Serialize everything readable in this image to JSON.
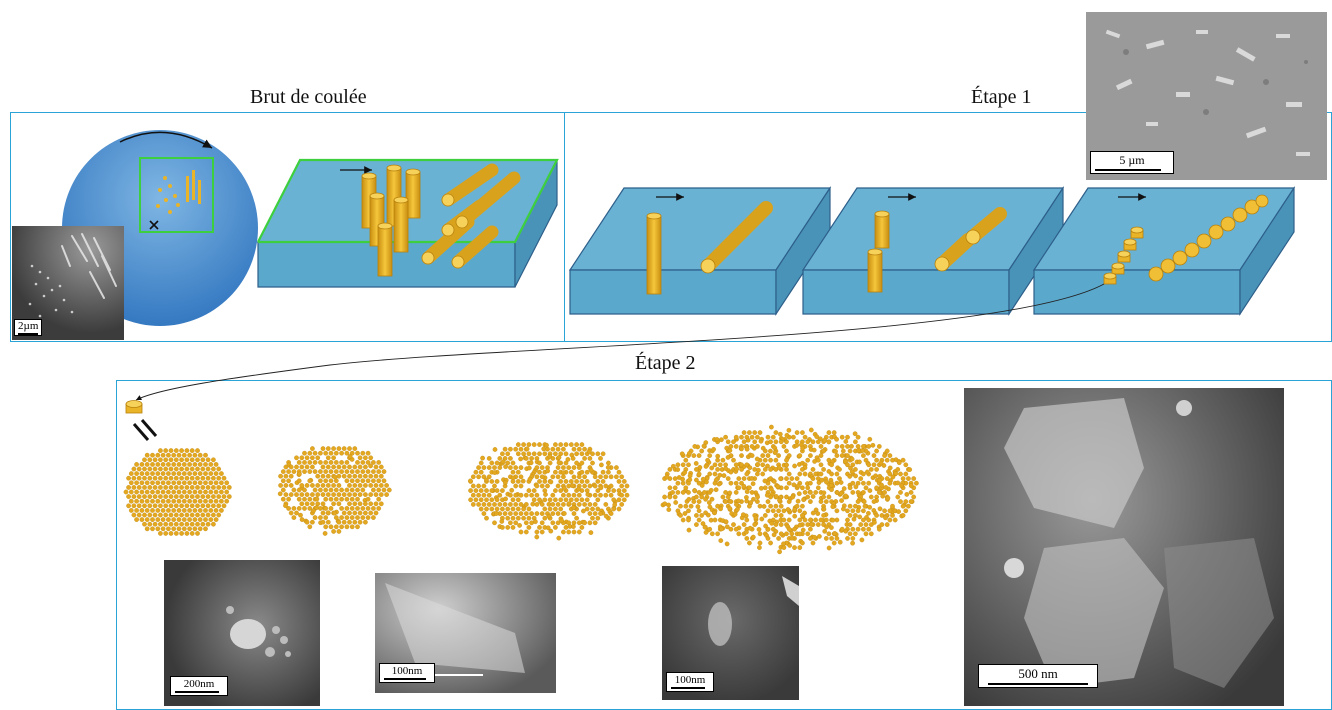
{
  "titles": {
    "as_cast": "Brut de coulée",
    "stage1": "Étape 1",
    "stage2": "Étape 2"
  },
  "scale_bars": {
    "as_cast_micrograph": "2µm",
    "stage1_micrograph": "5 µm",
    "stage2_micrograph_1": "200nm",
    "stage2_micrograph_2": "100nm",
    "stage2_micrograph_3": "100nm",
    "stage2_large_micrograph": "500 nm"
  },
  "colors": {
    "panel_border": "#2aa4d6",
    "sheet_blue": "#5aa8cc",
    "precipitate_gold": "#e9b427",
    "green_frame": "#3ecf3e"
  }
}
